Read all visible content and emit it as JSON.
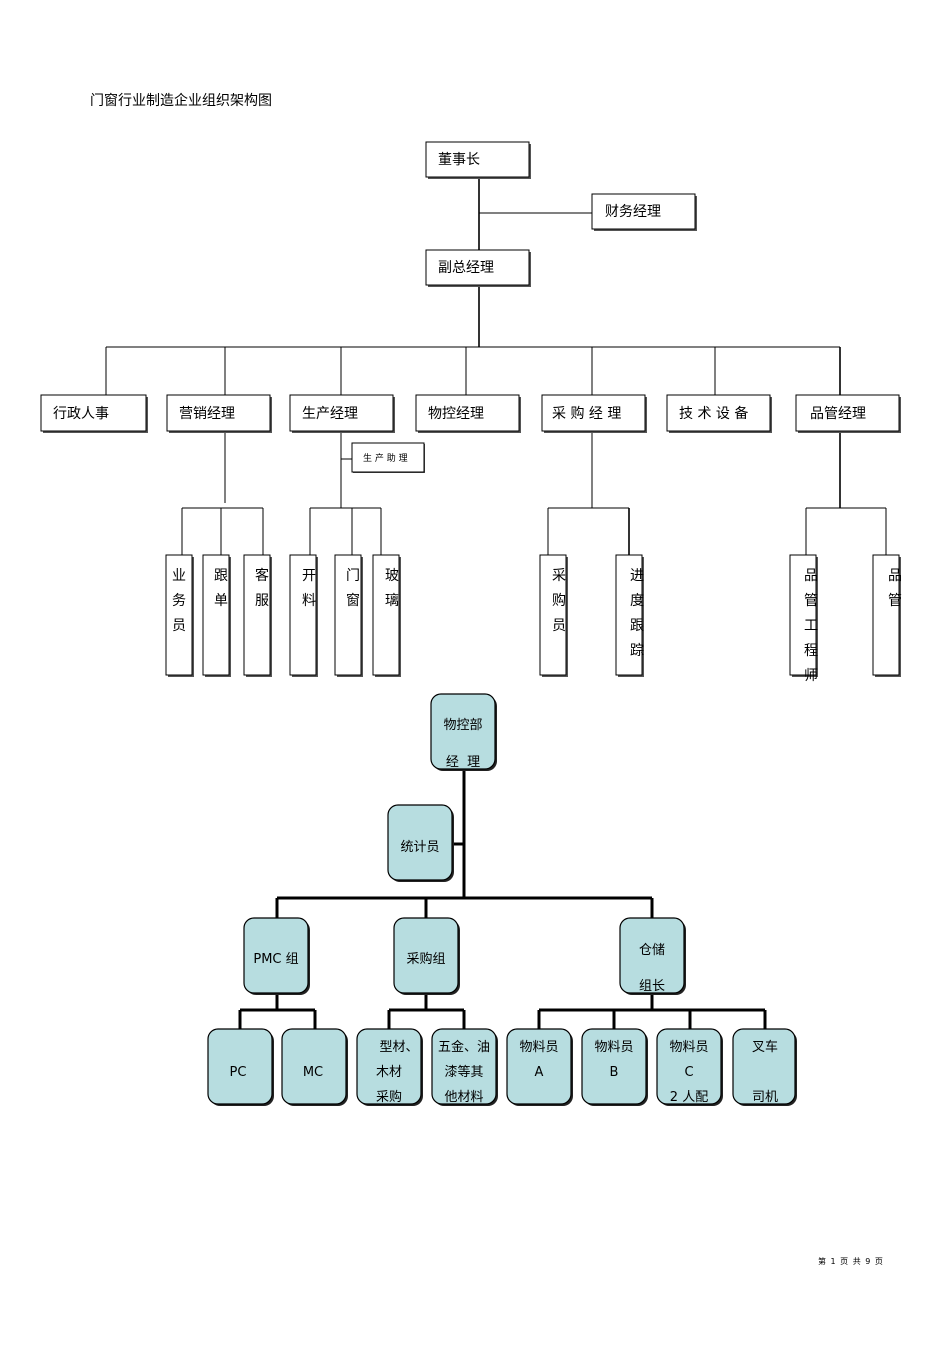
{
  "header": {
    "title": "门窗行业制造企业组织架构图"
  },
  "footer": {
    "page_info": "第 1 页 共 9 页"
  },
  "org_chart": {
    "chairman": "董事长",
    "finance": "财务经理",
    "vice_gm": "副总经理",
    "departments": {
      "admin_hr": "行政人事",
      "sales": "营销经理",
      "production": "生产经理",
      "material_control": "物控经理",
      "purchasing": "采 购 经 理",
      "tech_equipment": "技 术 设 备",
      "quality": "品管经理"
    },
    "production_assistant": "生 产 助 理",
    "sales_staff": [
      "业",
      "务",
      "员"
    ],
    "order_follow": [
      "跟",
      "单"
    ],
    "customer_service": [
      "客",
      "服"
    ],
    "cutting": [
      "开",
      "料"
    ],
    "door_window": [
      "门",
      "窗"
    ],
    "glass": [
      "玻",
      "璃"
    ],
    "buyer": [
      "采",
      "购",
      "员"
    ],
    "progress_follow": [
      "进",
      "度",
      "跟",
      "踪"
    ],
    "qa_engineer": [
      "品",
      "管",
      "工",
      "程",
      "师"
    ],
    "qa_staff": [
      "品",
      "管"
    ]
  },
  "mc_chart": {
    "head": [
      "物控部",
      "经  理"
    ],
    "statistician": "统计员",
    "pmc": "PMC 组",
    "purchase_group": "采购组",
    "warehouse": [
      "仓储",
      "组长"
    ],
    "pc": "PC",
    "mc": "MC",
    "profiles": [
      "型材、",
      "木材",
      "采购"
    ],
    "hardware": [
      "五金、油",
      "漆等其",
      "他材料"
    ],
    "clerk_a": [
      "物料员",
      "A"
    ],
    "clerk_b": [
      "物料员",
      "B"
    ],
    "clerk_c": [
      "物料员",
      "C",
      "2 人配"
    ],
    "forklift": [
      "叉车",
      "司机"
    ]
  }
}
